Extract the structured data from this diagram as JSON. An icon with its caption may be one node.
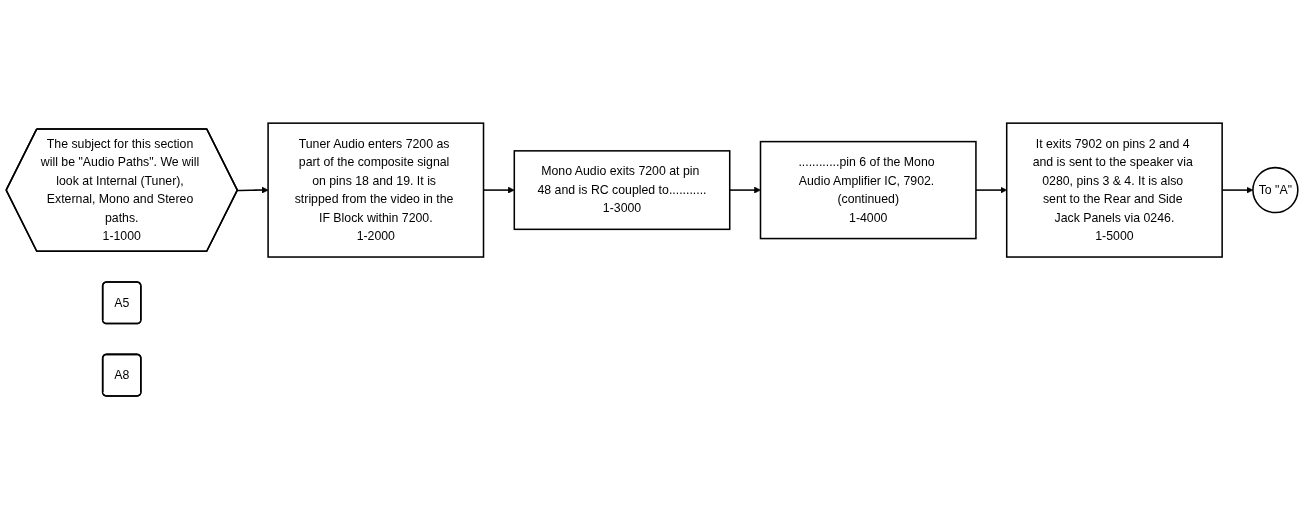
{
  "diagram": {
    "nodes": [
      {
        "text": [
          "The subject for this section will be \"Audio Paths\". We will look at Internal (Tuner), External, Mono and Stereo paths.",
          "1-1000"
        ]
      },
      {
        "text": [
          "A5"
        ]
      },
      {
        "text": [
          "A8"
        ]
      },
      {
        "text": [
          "Tuner Audio enters 7200 as part of the composite signal on pins 18 and 19. It is stripped from the video in the IF Block within 7200.",
          "1-2000"
        ]
      },
      {
        "text": [
          "Mono Audio exits 7200 at pin 48 and is RC coupled to...........",
          "1-3000"
        ]
      },
      {
        "text": [
          "............pin 6 of the Mono Audio Amplifier IC, 7902. (continued)",
          "1-4000"
        ]
      },
      {
        "text": [
          "It exits 7902 on pins 2 and 4 and is sent to the speaker via 0280, pins 3 & 4. It is also sent to the Rear and Side Jack Panels via 0246.",
          "1-5000"
        ]
      },
      {
        "text": [
          "To \"A\""
        ]
      }
    ],
    "edges": [
      {
        "from": 0,
        "to": 3,
        "arrow": "to"
      },
      {
        "from": 3,
        "to": 4,
        "arrow": "to"
      },
      {
        "from": 4,
        "to": 5,
        "arrow": "to"
      },
      {
        "from": 5,
        "to": 6,
        "arrow": "to"
      },
      {
        "from": 6,
        "to": 7,
        "arrow": "to"
      }
    ]
  }
}
